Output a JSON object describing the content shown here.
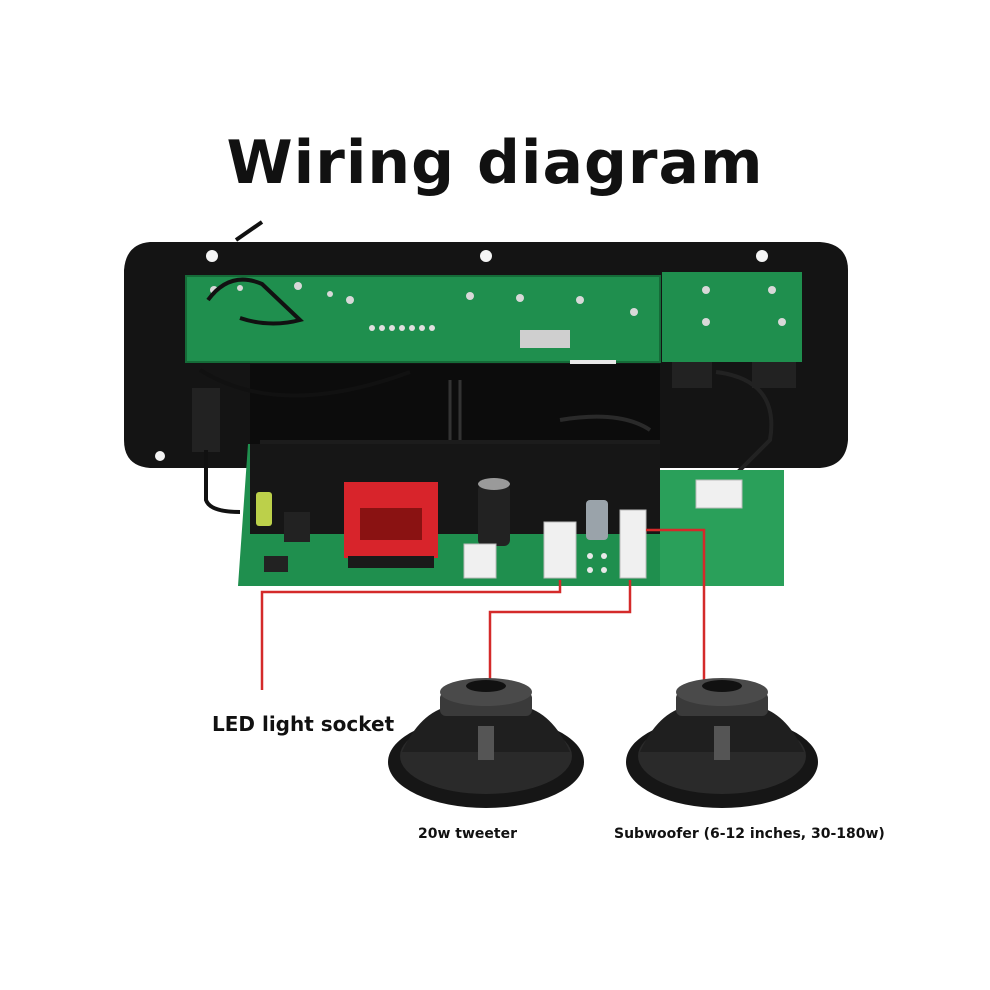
{
  "title": "Wiring diagram",
  "labels": {
    "led_socket": "LED light socket",
    "tweeter": "20w tweeter",
    "subwoofer": "Subwoofer (6-12 inches, 30-180w)"
  },
  "colors": {
    "pcb_green": "#1f8f4e",
    "pcb_light": "#2fae66",
    "panel_black": "#141414",
    "wire_red": "#d42a2a",
    "transformer_red": "#d8242b",
    "speaker_dark": "#1c1c1c"
  }
}
